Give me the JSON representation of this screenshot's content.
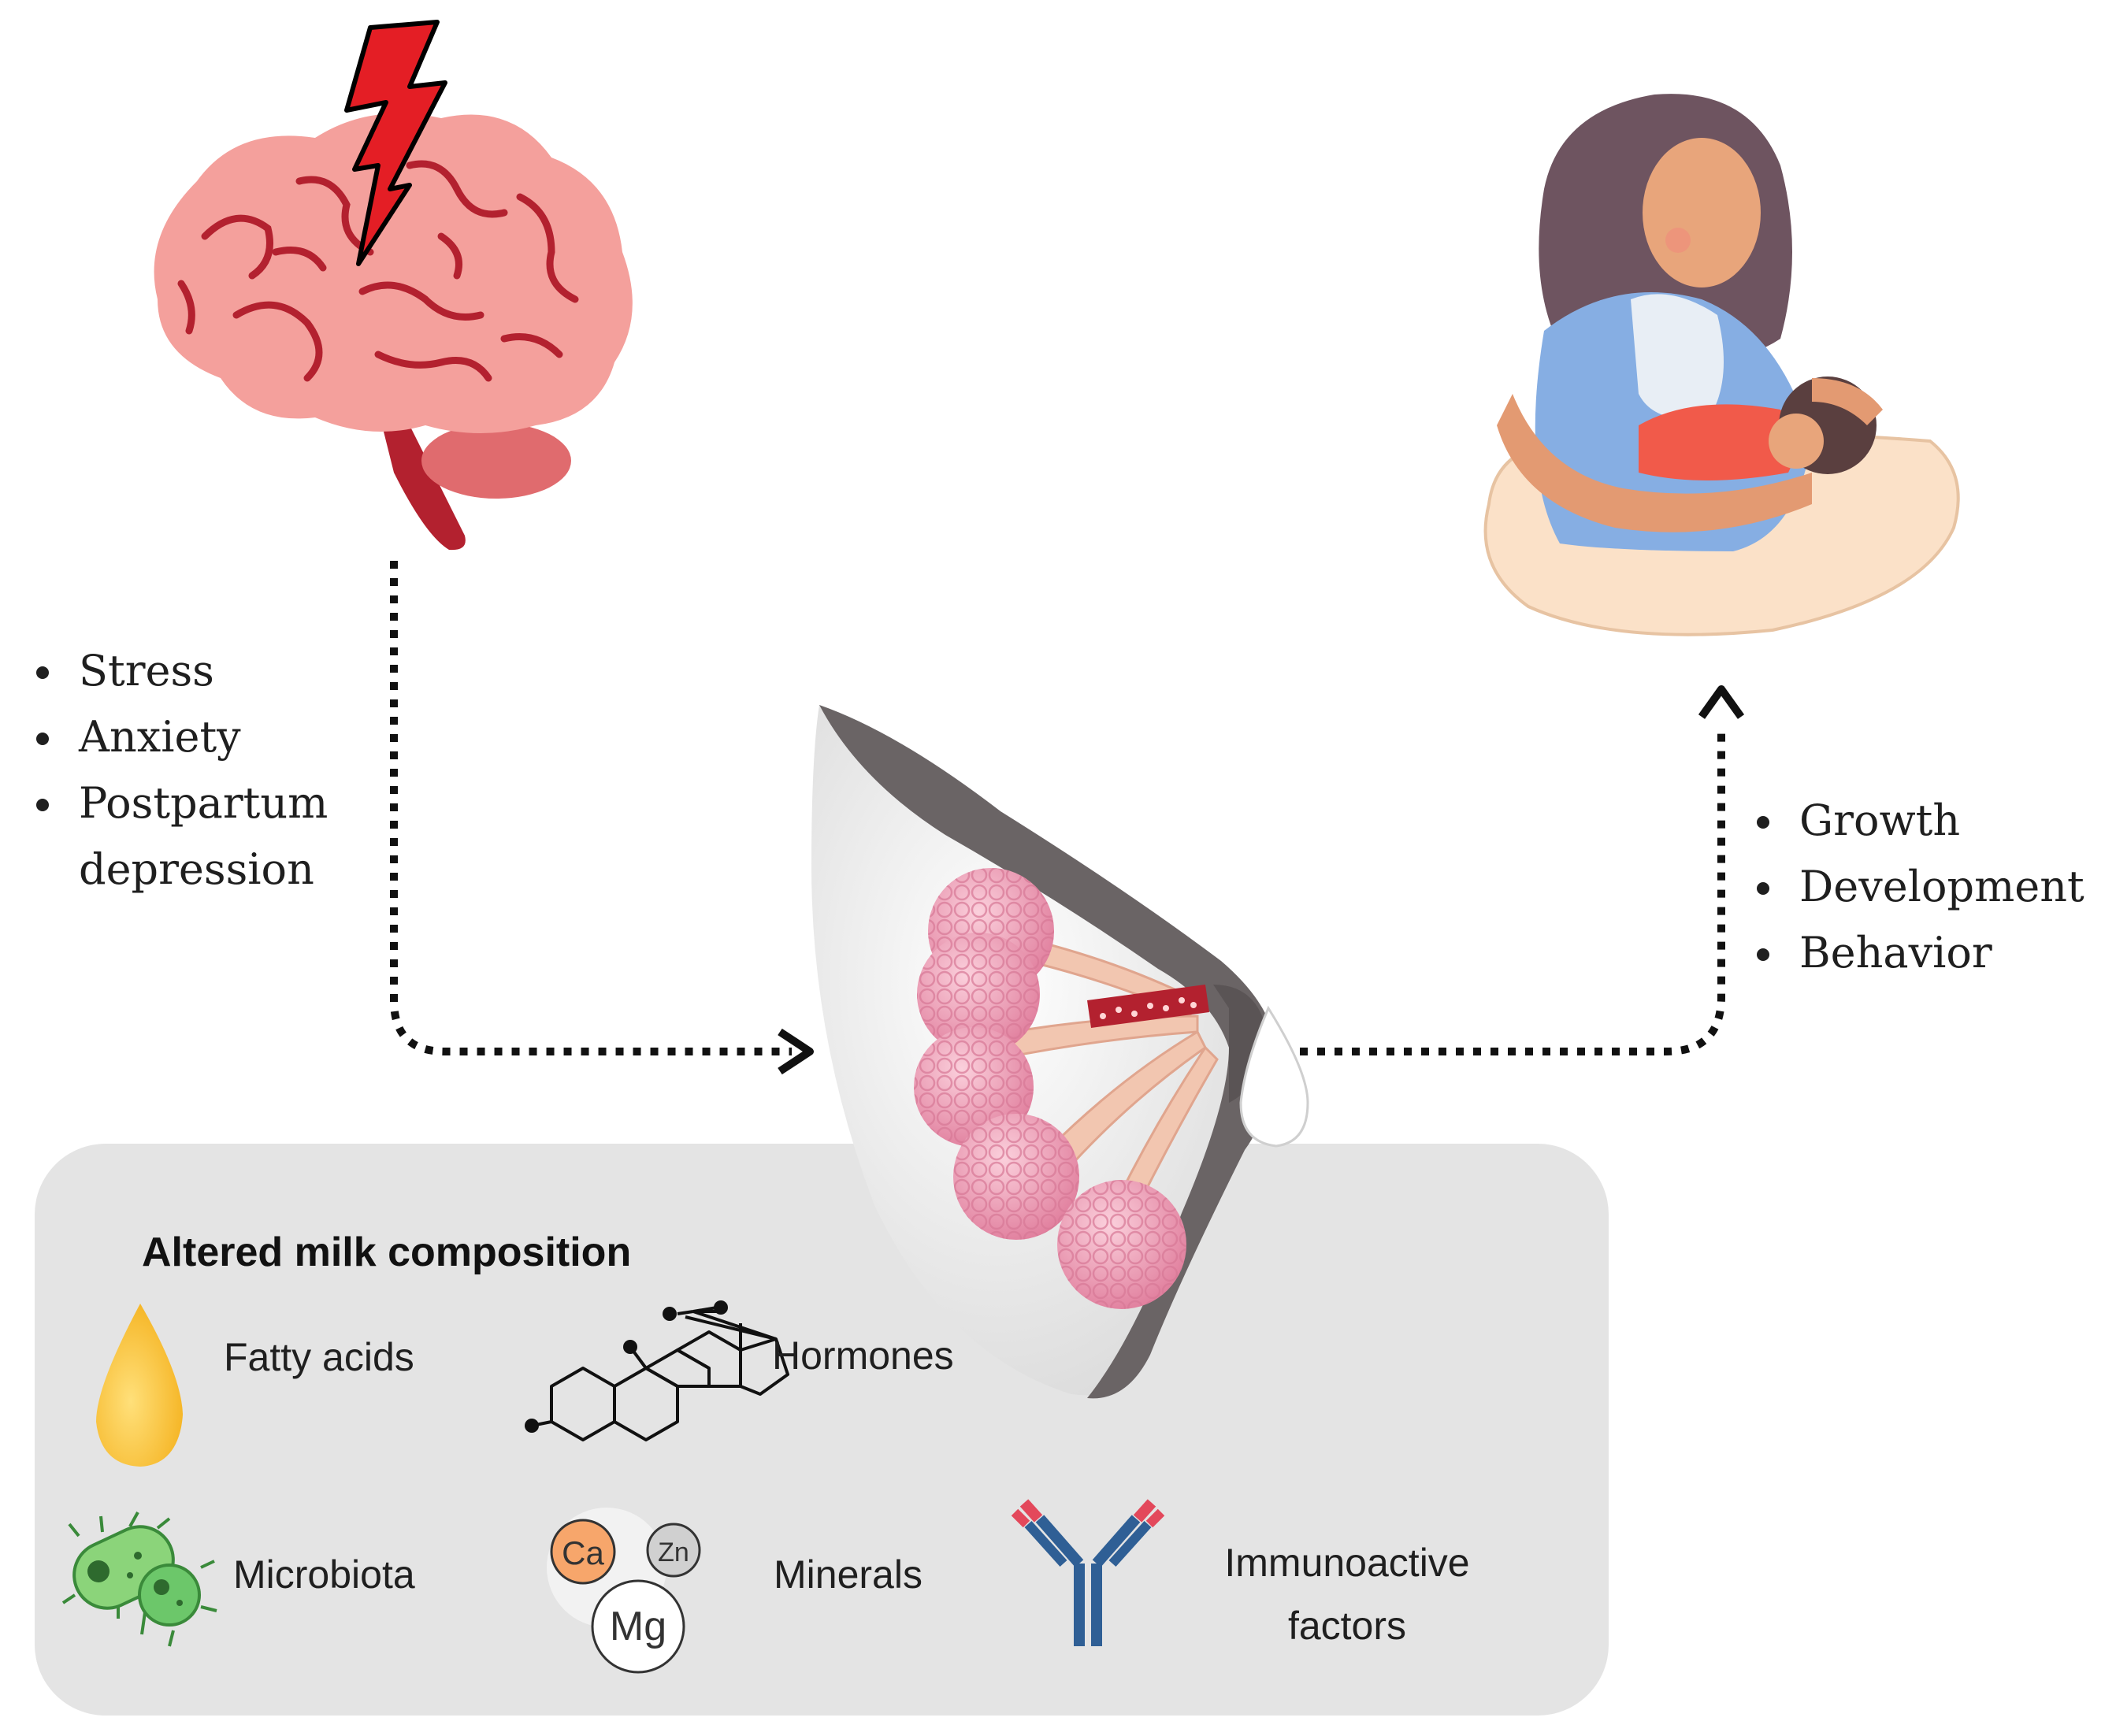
{
  "left_factors": [
    "Stress",
    "Anxiety",
    "Postpartum depression"
  ],
  "outcomes": [
    "Growth",
    "Development",
    "Behavior"
  ],
  "panel": {
    "title": "Altered milk composition",
    "items": {
      "fatty_acids": "Fatty acids",
      "hormones": "Hormones",
      "microbiota": "Microbiota",
      "minerals": "Minerals",
      "immunoactive": "Immunoactive factors"
    },
    "mineral_symbols": {
      "ca": "Ca",
      "zn": "Zn",
      "mg": "Mg"
    }
  },
  "colors": {
    "brain": "#f4a09c",
    "brain_dark": "#b3212f",
    "lightning": "#e41e25",
    "panel": "#e4e4e4",
    "alveoli": "#f0a7bb",
    "drop": "#f8c21b",
    "bacteria": "#6cc76a",
    "antibody_blue": "#2f5f95",
    "antibody_red": "#e3485b"
  }
}
